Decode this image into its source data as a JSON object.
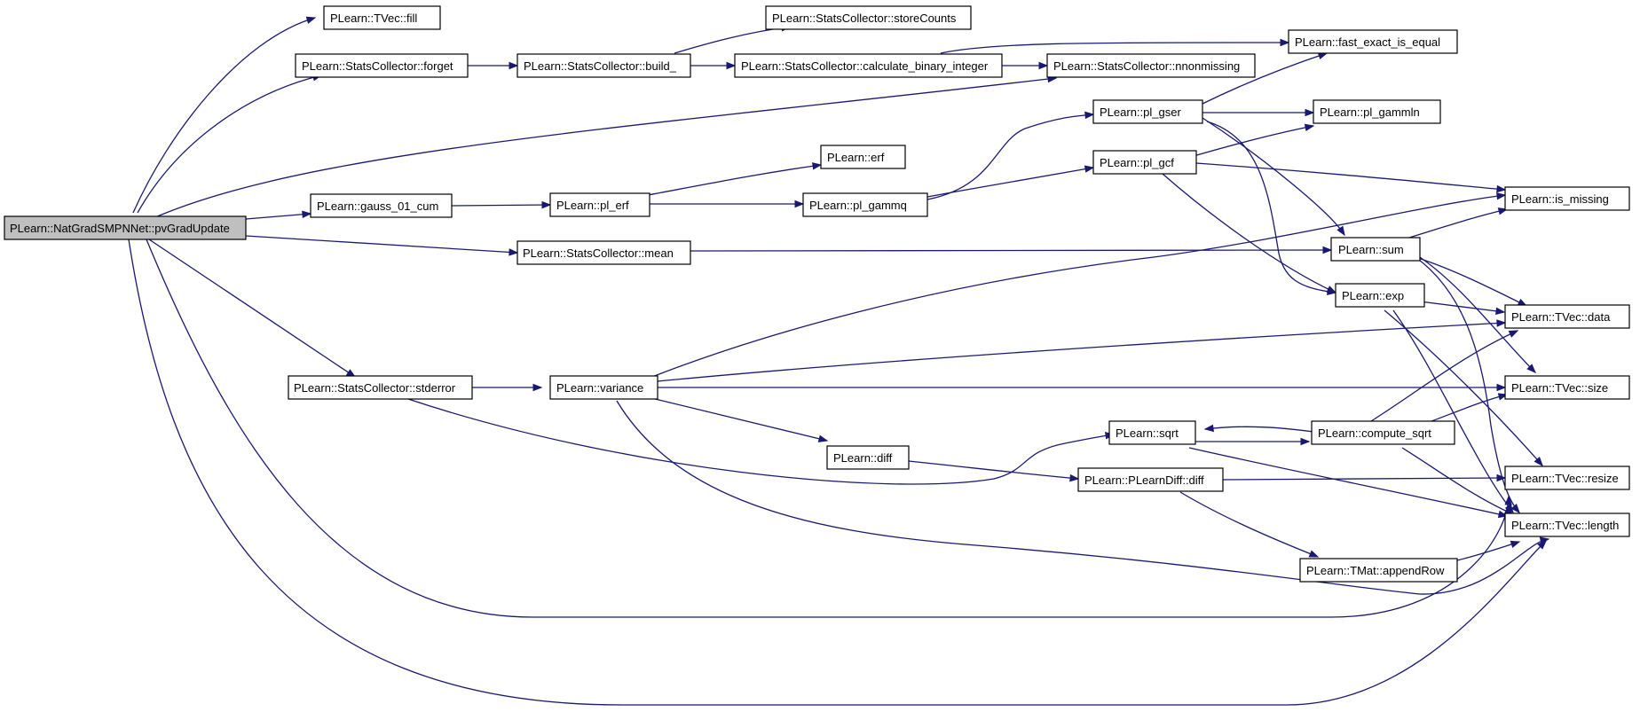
{
  "diagram": {
    "type": "call-graph",
    "colors": {
      "edge": "#191970",
      "root_fill": "#bfbfbf",
      "node_fill": "#ffffff",
      "node_stroke": "#000000"
    },
    "nodes": [
      {
        "id": "root",
        "label": "PLearn::NatGradSMPNNet::pvGradUpdate",
        "root": true
      },
      {
        "id": "fill",
        "label": "PLearn::TVec::fill"
      },
      {
        "id": "forget",
        "label": "PLearn::StatsCollector::forget"
      },
      {
        "id": "gauss",
        "label": "PLearn::gauss_01_cum"
      },
      {
        "id": "mean",
        "label": "PLearn::StatsCollector::mean"
      },
      {
        "id": "stderror",
        "label": "PLearn::StatsCollector::stderror"
      },
      {
        "id": "storeCounts",
        "label": "PLearn::StatsCollector::storeCounts"
      },
      {
        "id": "build_",
        "label": "PLearn::StatsCollector::build_"
      },
      {
        "id": "cbi",
        "label": "PLearn::StatsCollector::calculate_binary_integer"
      },
      {
        "id": "nnonmissing",
        "label": "PLearn::StatsCollector::nnonmissing"
      },
      {
        "id": "feq",
        "label": "PLearn::fast_exact_is_equal"
      },
      {
        "id": "erf",
        "label": "PLearn::erf"
      },
      {
        "id": "pl_erf",
        "label": "PLearn::pl_erf"
      },
      {
        "id": "pl_gammq",
        "label": "PLearn::pl_gammq"
      },
      {
        "id": "pl_gser",
        "label": "PLearn::pl_gser"
      },
      {
        "id": "pl_gcf",
        "label": "PLearn::pl_gcf"
      },
      {
        "id": "pl_gammln",
        "label": "PLearn::pl_gammln"
      },
      {
        "id": "is_missing",
        "label": "PLearn::is_missing"
      },
      {
        "id": "sum",
        "label": "PLearn::sum"
      },
      {
        "id": "exp",
        "label": "PLearn::exp"
      },
      {
        "id": "data",
        "label": "PLearn::TVec::data"
      },
      {
        "id": "variance",
        "label": "PLearn::variance"
      },
      {
        "id": "size",
        "label": "PLearn::TVec::size"
      },
      {
        "id": "sqrt",
        "label": "PLearn::sqrt"
      },
      {
        "id": "compute_sqrt",
        "label": "PLearn::compute_sqrt"
      },
      {
        "id": "diff",
        "label": "PLearn::diff"
      },
      {
        "id": "pldiff",
        "label": "PLearn::PLearnDiff::diff"
      },
      {
        "id": "resize",
        "label": "PLearn::TVec::resize"
      },
      {
        "id": "length",
        "label": "PLearn::TVec::length"
      },
      {
        "id": "appendRow",
        "label": "PLearn::TMat::appendRow"
      }
    ],
    "edges": [
      {
        "from": "root",
        "to": "fill"
      },
      {
        "from": "root",
        "to": "forget"
      },
      {
        "from": "root",
        "to": "nnonmissing"
      },
      {
        "from": "root",
        "to": "gauss"
      },
      {
        "from": "root",
        "to": "mean"
      },
      {
        "from": "root",
        "to": "stderror"
      },
      {
        "from": "root",
        "to": "resize"
      },
      {
        "from": "root",
        "to": "length"
      },
      {
        "from": "forget",
        "to": "build_"
      },
      {
        "from": "build_",
        "to": "storeCounts"
      },
      {
        "from": "build_",
        "to": "cbi"
      },
      {
        "from": "cbi",
        "to": "nnonmissing"
      },
      {
        "from": "cbi",
        "to": "feq"
      },
      {
        "from": "gauss",
        "to": "pl_erf"
      },
      {
        "from": "pl_erf",
        "to": "erf"
      },
      {
        "from": "pl_erf",
        "to": "pl_gammq"
      },
      {
        "from": "pl_gammq",
        "to": "pl_gser"
      },
      {
        "from": "pl_gammq",
        "to": "pl_gcf"
      },
      {
        "from": "pl_gser",
        "to": "feq"
      },
      {
        "from": "pl_gser",
        "to": "pl_gammln"
      },
      {
        "from": "pl_gser",
        "to": "sum"
      },
      {
        "from": "pl_gser",
        "to": "exp"
      },
      {
        "from": "pl_gcf",
        "to": "pl_gammln"
      },
      {
        "from": "pl_gcf",
        "to": "is_missing"
      },
      {
        "from": "pl_gcf",
        "to": "exp"
      },
      {
        "from": "mean",
        "to": "sum"
      },
      {
        "from": "sum",
        "to": "is_missing"
      },
      {
        "from": "sum",
        "to": "data"
      },
      {
        "from": "sum",
        "to": "size"
      },
      {
        "from": "sum",
        "to": "length"
      },
      {
        "from": "exp",
        "to": "data"
      },
      {
        "from": "exp",
        "to": "resize"
      },
      {
        "from": "exp",
        "to": "length"
      },
      {
        "from": "stderror",
        "to": "variance"
      },
      {
        "from": "stderror",
        "to": "sqrt"
      },
      {
        "from": "variance",
        "to": "is_missing"
      },
      {
        "from": "variance",
        "to": "data"
      },
      {
        "from": "variance",
        "to": "size"
      },
      {
        "from": "variance",
        "to": "diff"
      },
      {
        "from": "variance",
        "to": "length"
      },
      {
        "from": "diff",
        "to": "pldiff"
      },
      {
        "from": "sqrt",
        "to": "compute_sqrt"
      },
      {
        "from": "sqrt",
        "to": "length"
      },
      {
        "from": "compute_sqrt",
        "to": "sqrt"
      },
      {
        "from": "compute_sqrt",
        "to": "data"
      },
      {
        "from": "compute_sqrt",
        "to": "size"
      },
      {
        "from": "compute_sqrt",
        "to": "length"
      },
      {
        "from": "pldiff",
        "to": "resize"
      },
      {
        "from": "pldiff",
        "to": "appendRow"
      },
      {
        "from": "appendRow",
        "to": "length"
      }
    ]
  }
}
